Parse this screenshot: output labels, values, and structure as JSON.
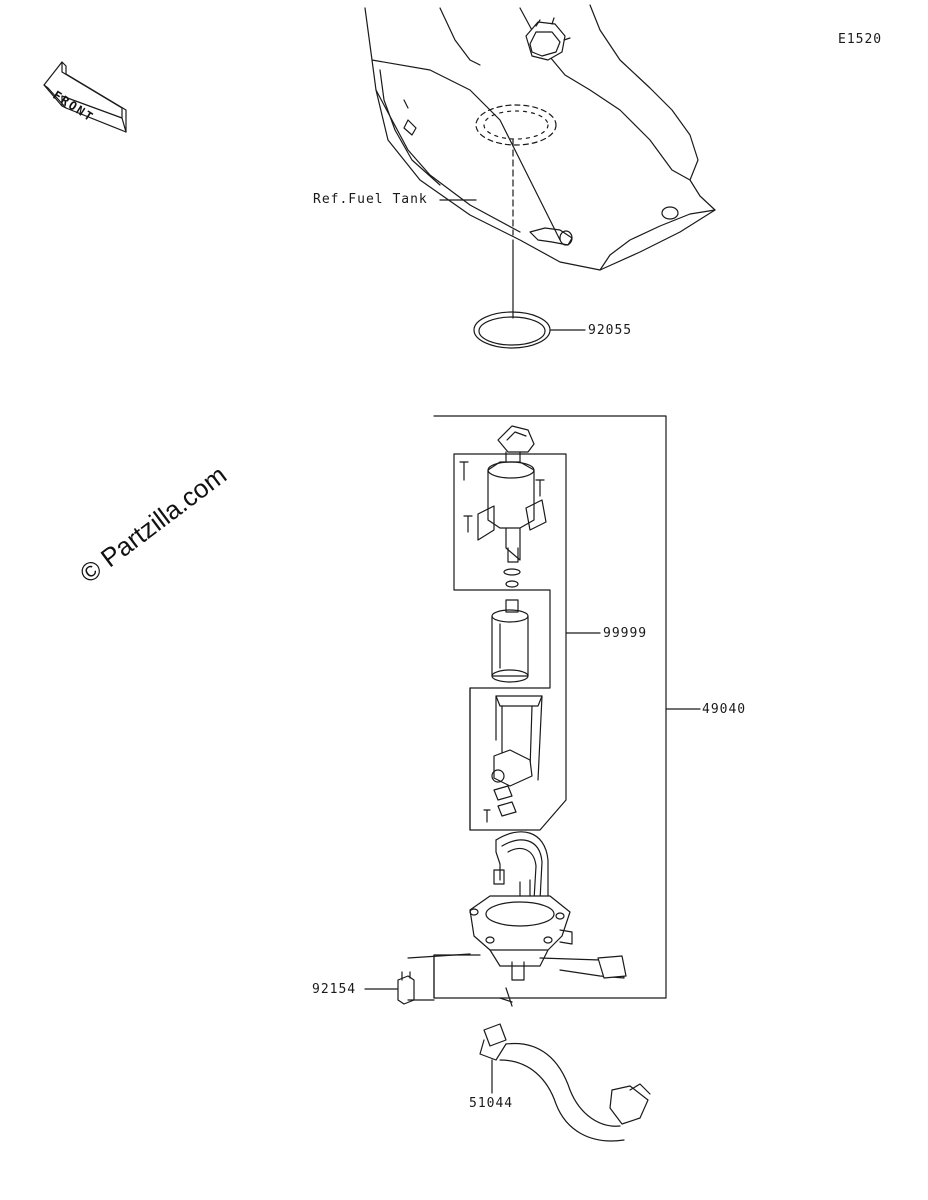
{
  "diagram_code": "E1520",
  "watermark": "© Partzilla.com",
  "front_arrow": {
    "label": "FRONT"
  },
  "callouts": [
    {
      "id": "ref-fuel-tank",
      "text": "Ref.Fuel Tank"
    },
    {
      "id": "92055",
      "text": "92055"
    },
    {
      "id": "99999",
      "text": "99999"
    },
    {
      "id": "49040",
      "text": "49040"
    },
    {
      "id": "92154",
      "text": "92154"
    },
    {
      "id": "51044",
      "text": "51044"
    }
  ]
}
